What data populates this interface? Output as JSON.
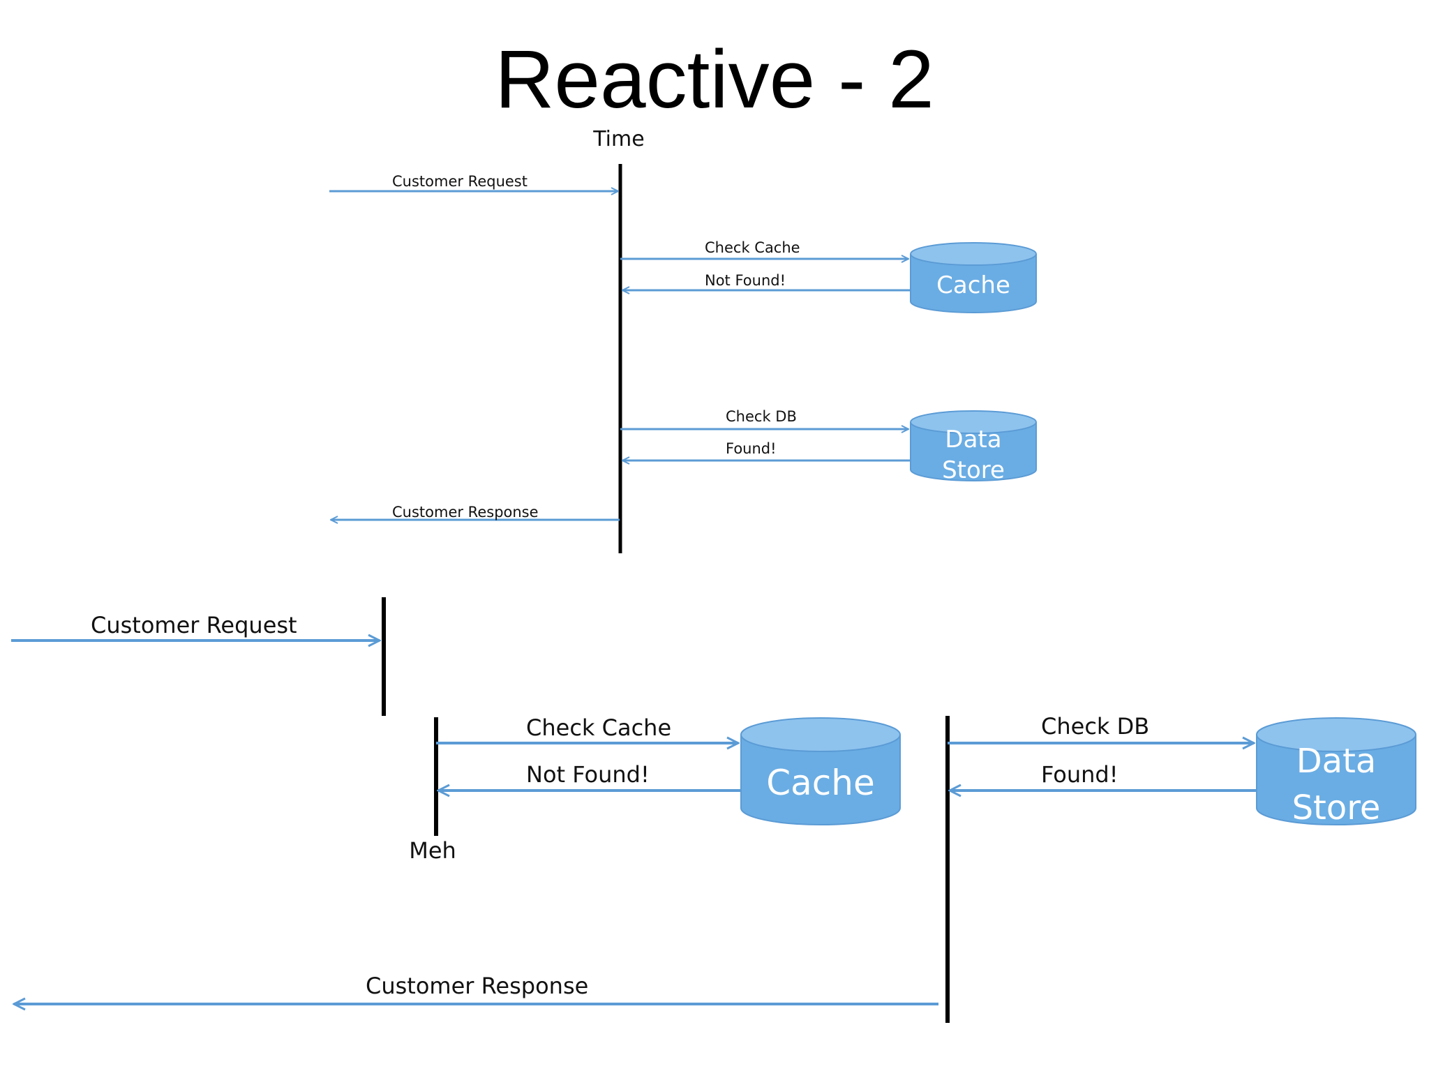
{
  "title": "Reactive - 2",
  "colors": {
    "arrow": "#5b9bd5",
    "cylinder": "#6aade4",
    "cylinder_top": "#8ec3ee",
    "timeline": "#000000"
  },
  "top_diagram": {
    "time_label": "Time",
    "customer_request": "Customer Request",
    "check_cache": "Check Cache",
    "not_found": "Not Found!",
    "cache": "Cache",
    "check_db": "Check DB",
    "found": "Found!",
    "data_store_line1": "Data",
    "data_store_line2": "Store",
    "customer_response": "Customer Response"
  },
  "bottom_diagram": {
    "customer_request": "Customer Request",
    "check_cache": "Check Cache",
    "not_found": "Not Found!",
    "cache": "Cache",
    "meh": "Meh",
    "check_db": "Check DB",
    "found": "Found!",
    "data_store_line1": "Data",
    "data_store_line2": "Store",
    "customer_response": "Customer Response"
  }
}
